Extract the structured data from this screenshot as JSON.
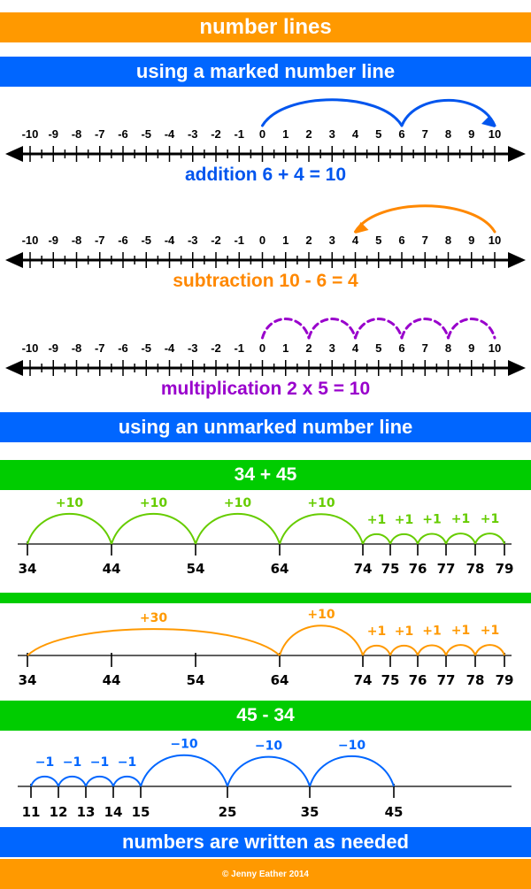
{
  "title": "number lines",
  "section_marked": "using a marked number line",
  "section_unmarked": "using an unmarked number line",
  "footer_banner": "numbers are written as needed",
  "copyright": "© Jenny Eather 2014",
  "colors": {
    "orange": "#ff9900",
    "blue": "#0066ff",
    "green": "#00cc00",
    "purple": "#9900cc",
    "addition_text": "#0055ee",
    "lime_arc": "#66cc00"
  },
  "marked_lines": [
    {
      "ticks": [
        "-10",
        "-9",
        "-8",
        "-7",
        "-6",
        "-5",
        "-4",
        "-3",
        "-2",
        "-1",
        "0",
        "1",
        "2",
        "3",
        "4",
        "5",
        "6",
        "7",
        "8",
        "9",
        "10"
      ],
      "caption": "addition  6 + 4 = 10",
      "color": "#0055ee",
      "jumps": [
        {
          "from": 0,
          "to": 6
        },
        {
          "from": 6,
          "to": 10
        }
      ]
    },
    {
      "ticks": [
        "-10",
        "-9",
        "-8",
        "-7",
        "-6",
        "-5",
        "-4",
        "-3",
        "-2",
        "-1",
        "0",
        "1",
        "2",
        "3",
        "4",
        "5",
        "6",
        "7",
        "8",
        "9",
        "10"
      ],
      "caption": "subtraction  10 - 6 = 4",
      "color": "#ff8800",
      "jumps": [
        {
          "from": 10,
          "to": 4
        }
      ]
    },
    {
      "ticks": [
        "-10",
        "-9",
        "-8",
        "-7",
        "-6",
        "-5",
        "-4",
        "-3",
        "-2",
        "-1",
        "0",
        "1",
        "2",
        "3",
        "4",
        "5",
        "6",
        "7",
        "8",
        "9",
        "10"
      ],
      "caption": "multiplication 2 x 5 = 10",
      "color": "#9900cc",
      "jumps": [
        {
          "from": 0,
          "to": 2
        },
        {
          "from": 2,
          "to": 4
        },
        {
          "from": 4,
          "to": 6
        },
        {
          "from": 6,
          "to": 8
        },
        {
          "from": 8,
          "to": 10
        }
      ]
    }
  ],
  "examples": [
    {
      "heading": "34 + 45",
      "color": "#66cc00",
      "labels": [
        "34",
        "44",
        "54",
        "64",
        "74",
        "75",
        "76",
        "77",
        "78",
        "79"
      ],
      "jumps": [
        {
          "from": "34",
          "to": "44",
          "label": "+10"
        },
        {
          "from": "44",
          "to": "54",
          "label": "+10"
        },
        {
          "from": "54",
          "to": "64",
          "label": "+10"
        },
        {
          "from": "64",
          "to": "74",
          "label": "+10"
        },
        {
          "from": "74",
          "to": "75",
          "label": "+1"
        },
        {
          "from": "75",
          "to": "76",
          "label": "+1"
        },
        {
          "from": "76",
          "to": "77",
          "label": "+1"
        },
        {
          "from": "77",
          "to": "78",
          "label": "+1"
        },
        {
          "from": "78",
          "to": "79",
          "label": "+1"
        }
      ]
    },
    {
      "heading": "",
      "color": "#ff9900",
      "labels": [
        "34",
        "44",
        "54",
        "64",
        "74",
        "75",
        "76",
        "77",
        "78",
        "79"
      ],
      "jumps": [
        {
          "from": "34",
          "to": "64",
          "label": "+30"
        },
        {
          "from": "64",
          "to": "74",
          "label": "+10"
        },
        {
          "from": "74",
          "to": "75",
          "label": "+1"
        },
        {
          "from": "75",
          "to": "76",
          "label": "+1"
        },
        {
          "from": "76",
          "to": "77",
          "label": "+1"
        },
        {
          "from": "77",
          "to": "78",
          "label": "+1"
        },
        {
          "from": "78",
          "to": "79",
          "label": "+1"
        }
      ]
    },
    {
      "heading": "45 - 34",
      "color": "#0066ff",
      "labels": [
        "11",
        "12",
        "13",
        "14",
        "15",
        "25",
        "35",
        "45"
      ],
      "jumps": [
        {
          "from": "45",
          "to": "35",
          "label": "−10"
        },
        {
          "from": "35",
          "to": "25",
          "label": "−10"
        },
        {
          "from": "25",
          "to": "15",
          "label": "−10"
        },
        {
          "from": "15",
          "to": "14",
          "label": "−1"
        },
        {
          "from": "14",
          "to": "13",
          "label": "−1"
        },
        {
          "from": "13",
          "to": "12",
          "label": "−1"
        },
        {
          "from": "12",
          "to": "11",
          "label": "−1"
        }
      ]
    }
  ]
}
